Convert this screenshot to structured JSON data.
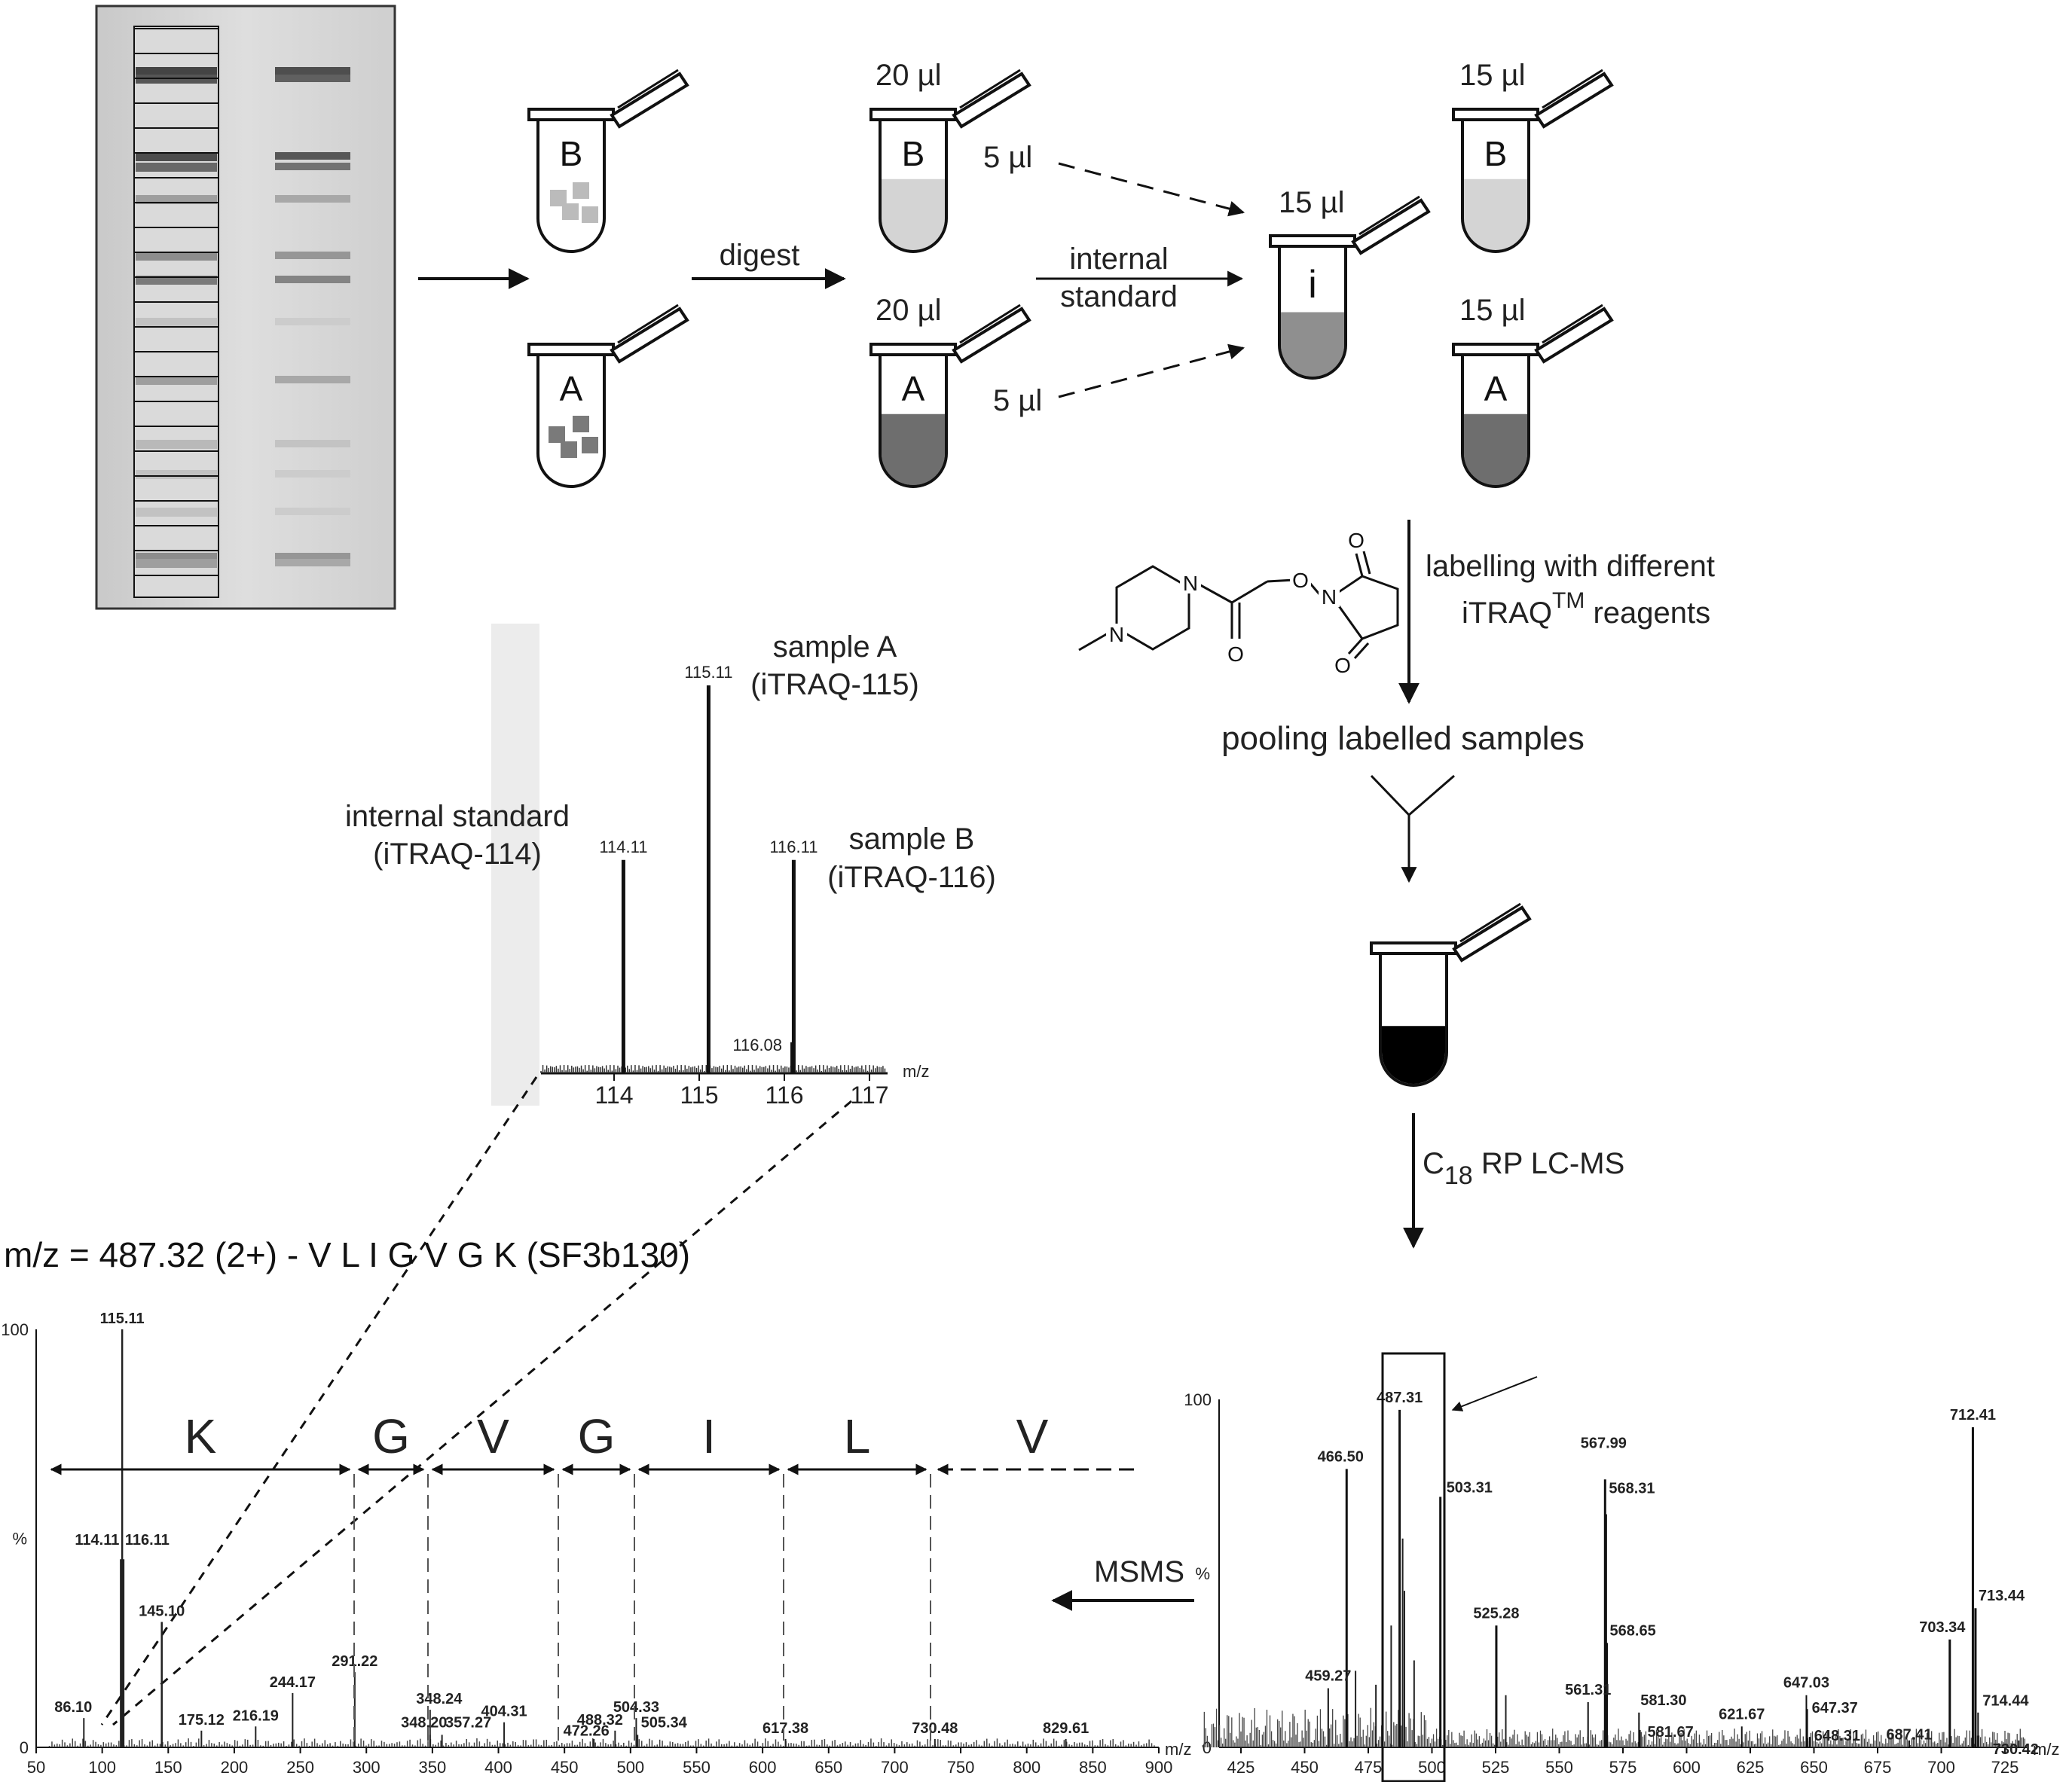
{
  "tubes": {
    "b_label": "B",
    "a_label": "A",
    "i_label": "i",
    "vol_20a": "20 µl",
    "vol_20b": "20 µl",
    "vol_15i": "15 µl",
    "vol_15b": "15 µl",
    "vol_15a": "15 µl",
    "transfer_b": "5 µl",
    "transfer_a": "5 µl"
  },
  "steps": {
    "digest": "digest",
    "internal_1": "internal",
    "internal_2": "standard",
    "labelling_1": "labelling with different",
    "labelling_2": "iTRAQ",
    "labelling_tm": "TM",
    "labelling_3": " reagents",
    "pooling": "pooling labelled samples",
    "lcms_c": "C",
    "lcms_sub": "18",
    "lcms_rest": " RP LC-MS",
    "msms": "MSMS"
  },
  "reporter_spectrum": {
    "sample_a_1": "sample A",
    "sample_a_2": "(iTRAQ-115)",
    "internal_1": "internal standard",
    "internal_2": "(iTRAQ-114)",
    "sample_b_1": "sample B",
    "sample_b_2": "(iTRAQ-116)",
    "xunit": "m/z",
    "ticks": [
      "114",
      "115",
      "116",
      "117"
    ],
    "peaks": [
      {
        "mz": 114.11,
        "rel": 0.55,
        "label": "114.11"
      },
      {
        "mz": 115.11,
        "rel": 1.0,
        "label": "115.11"
      },
      {
        "mz": 116.11,
        "rel": 0.55,
        "label": "116.11"
      },
      {
        "mz": 116.08,
        "rel": 0.08,
        "label": "116.08"
      }
    ]
  },
  "peptide": {
    "title": "m/z = 487.32 (2+) - V L I G V G K (SF3b130)",
    "residues": [
      "K",
      "G",
      "V",
      "G",
      "I",
      "L",
      "V"
    ]
  },
  "msms_spectrum": {
    "ymax": "100",
    "ypct": "%",
    "yzero": "0",
    "xunit": "m/z",
    "xticks": [
      "50",
      "100",
      "150",
      "200",
      "250",
      "300",
      "350",
      "400",
      "450",
      "500",
      "550",
      "600",
      "650",
      "700",
      "750",
      "800",
      "850",
      "900"
    ],
    "peaks": [
      {
        "mz": 115.11,
        "rel": 100,
        "label": "115.11"
      },
      {
        "mz": 114.11,
        "rel": 45,
        "label": "114.11"
      },
      {
        "mz": 116.11,
        "rel": 45,
        "label": "116.11"
      },
      {
        "mz": 145.1,
        "rel": 30,
        "label": "145.10"
      },
      {
        "mz": 291.22,
        "rel": 18,
        "label": "291.22"
      },
      {
        "mz": 244.17,
        "rel": 13,
        "label": "244.17"
      },
      {
        "mz": 348.24,
        "rel": 9,
        "label": "348.24"
      },
      {
        "mz": 404.31,
        "rel": 6,
        "label": "404.31"
      },
      {
        "mz": 504.33,
        "rel": 7,
        "label": "504.33"
      },
      {
        "mz": 216.19,
        "rel": 5,
        "label": "216.19"
      },
      {
        "mz": 175.12,
        "rel": 4,
        "label": "175.12"
      },
      {
        "mz": 86.1,
        "rel": 7,
        "label": "86.10"
      },
      {
        "mz": 348.2,
        "rel": 3,
        "label": "348.20"
      },
      {
        "mz": 357.27,
        "rel": 3,
        "label": "357.27"
      },
      {
        "mz": 488.32,
        "rel": 4,
        "label": "488.32"
      },
      {
        "mz": 472.26,
        "rel": 2,
        "label": "472.26"
      },
      {
        "mz": 505.34,
        "rel": 3,
        "label": "505.34"
      },
      {
        "mz": 617.38,
        "rel": 2,
        "label": "617.38"
      },
      {
        "mz": 730.48,
        "rel": 2,
        "label": "730.48"
      },
      {
        "mz": 829.61,
        "rel": 2,
        "label": "829.61"
      }
    ]
  },
  "ms_spectrum": {
    "ymax": "100",
    "ypct": "%",
    "yzero": "0",
    "xunit": "m/z",
    "xticks": [
      "425",
      "450",
      "475",
      "500",
      "525",
      "550",
      "575",
      "600",
      "625",
      "650",
      "675",
      "700",
      "725"
    ],
    "peaks": [
      {
        "mz": 487.31,
        "rel": 97,
        "label": "487.31"
      },
      {
        "mz": 466.5,
        "rel": 80,
        "label": "466.50"
      },
      {
        "mz": 503.31,
        "rel": 72,
        "label": "503.31"
      },
      {
        "mz": 567.99,
        "rel": 77,
        "label": "567.99"
      },
      {
        "mz": 568.31,
        "rel": 67,
        "label": "568.31"
      },
      {
        "mz": 712.41,
        "rel": 92,
        "label": "712.41"
      },
      {
        "mz": 713.44,
        "rel": 40,
        "label": "713.44"
      },
      {
        "mz": 703.34,
        "rel": 31,
        "label": "703.34"
      },
      {
        "mz": 525.28,
        "rel": 35,
        "label": "525.28"
      },
      {
        "mz": 568.65,
        "rel": 30,
        "label": "568.65"
      },
      {
        "mz": 459.27,
        "rel": 17,
        "label": "459.27"
      },
      {
        "mz": 561.31,
        "rel": 13,
        "label": "561.31"
      },
      {
        "mz": 581.3,
        "rel": 10,
        "label": "581.30"
      },
      {
        "mz": 647.03,
        "rel": 15,
        "label": "647.03"
      },
      {
        "mz": 647.37,
        "rel": 11,
        "label": "647.37"
      },
      {
        "mz": 621.67,
        "rel": 6,
        "label": "621.67"
      },
      {
        "mz": 581.67,
        "rel": 5,
        "label": "581.67"
      },
      {
        "mz": 648.31,
        "rel": 3,
        "label": "648.31"
      },
      {
        "mz": 687.41,
        "rel": 2,
        "label": "687.41"
      },
      {
        "mz": 714.44,
        "rel": 10,
        "label": "714.44"
      },
      {
        "mz": 730.42,
        "rel": 2,
        "label": "730.42"
      }
    ]
  }
}
